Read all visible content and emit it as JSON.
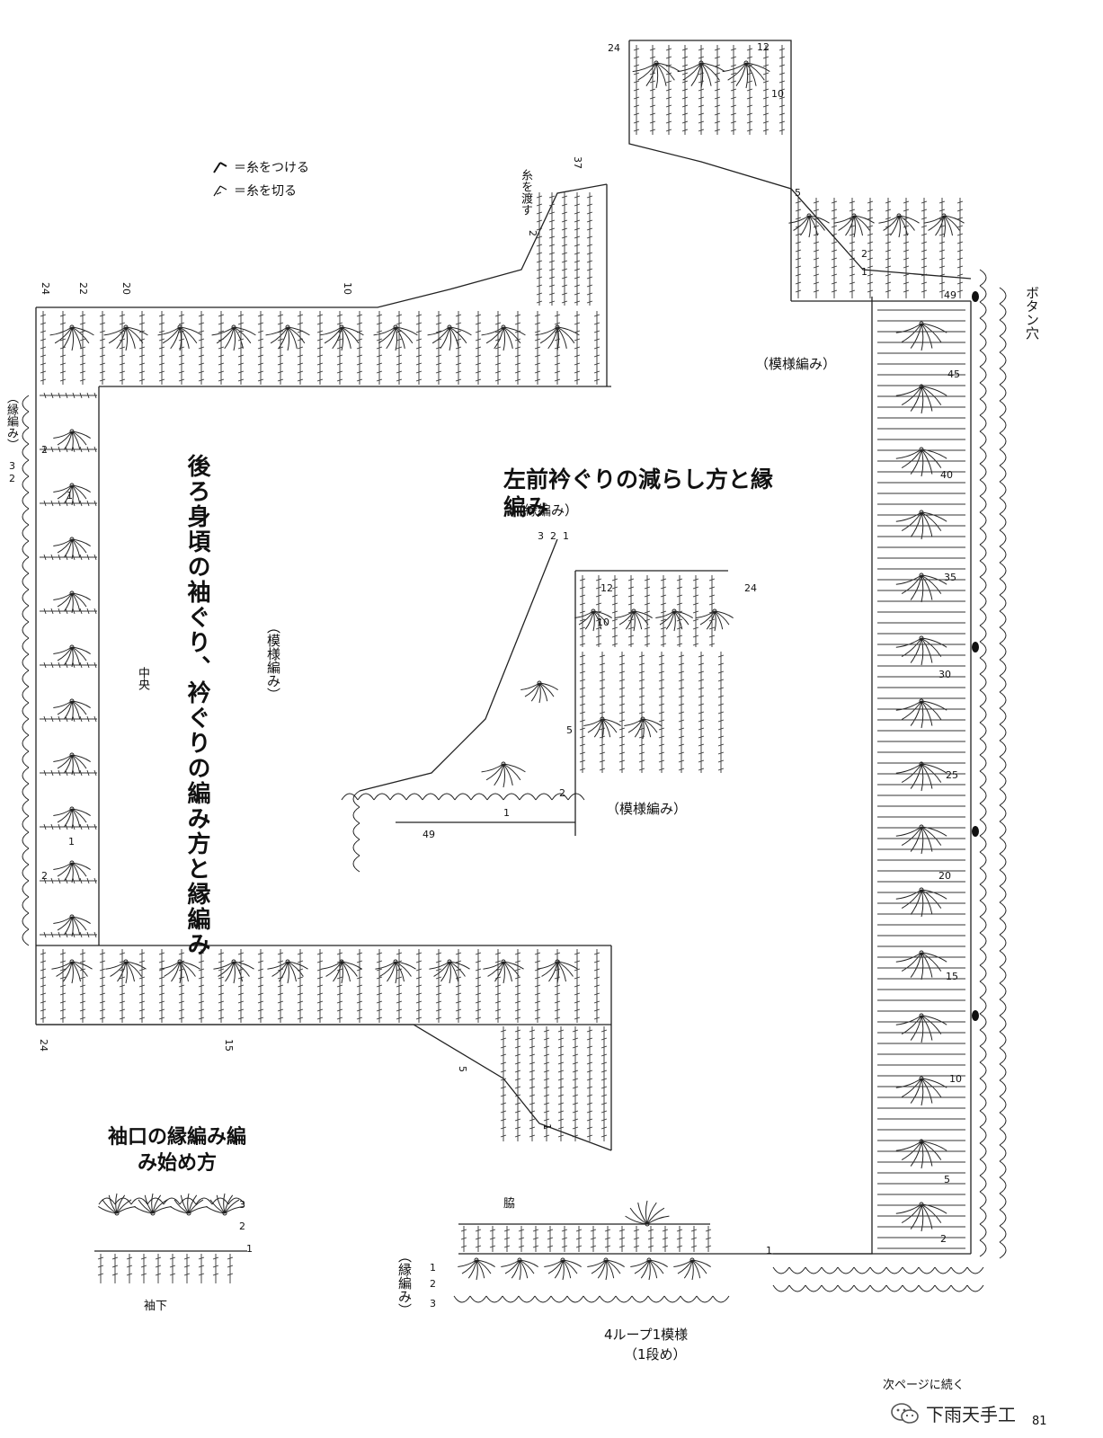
{
  "legend": {
    "attach": "＝糸をつける",
    "cut": "＝糸を切る"
  },
  "titles": {
    "back": "後ろ身頃の袖ぐり、衿ぐりの編み方と縁編み",
    "left_front": "左前衿ぐりの減らし方と縁編み",
    "cuff": "袖口の縁編み編み始め方"
  },
  "labels": {
    "pattern": "（模様編み）",
    "edging": "（縁編み）",
    "center": "中央",
    "transfer": "糸を渡す",
    "buttonhole": "ボタン穴",
    "side": "脇",
    "sleeve_under": "袖下",
    "repeat": "4ループ1模様",
    "repeat_sub": "（1段め）",
    "continued": "次ページに続く",
    "page": "81",
    "brand": "下雨天手工"
  },
  "row_numbers": {
    "back_top": [
      "24",
      "22",
      "20",
      "10",
      "37",
      "2"
    ],
    "back_bottom": [
      "24",
      "15",
      "5",
      "1"
    ],
    "back_left": [
      "2",
      "1",
      "2",
      "1",
      "2",
      "3"
    ],
    "front_top": [
      "24",
      "12",
      "10",
      "5",
      "2",
      "1"
    ],
    "front_right": [
      "49",
      "45",
      "40",
      "35",
      "30",
      "25",
      "20",
      "15",
      "10",
      "5",
      "2",
      "1"
    ],
    "inset": [
      "3",
      "2",
      "1",
      "12",
      "10",
      "24",
      "5",
      "2",
      "1",
      "49"
    ],
    "cuff": [
      "3",
      "2",
      "1"
    ],
    "bottom_edge": [
      "1",
      "2",
      "3"
    ]
  }
}
